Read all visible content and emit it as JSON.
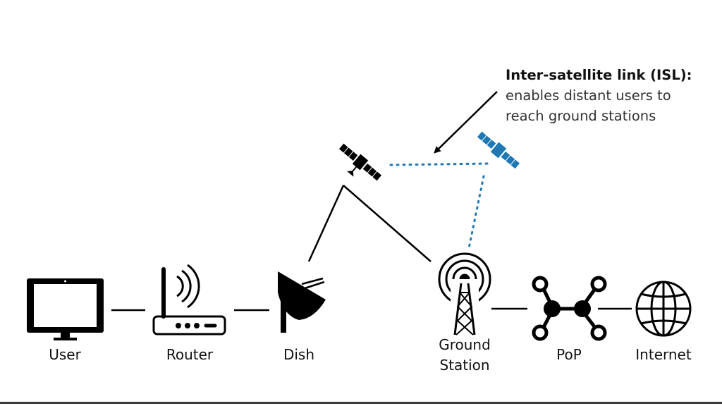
{
  "labels": {
    "user": "User",
    "router": "Router",
    "dish": "Dish",
    "ground_line1": "Ground",
    "ground_line2": "Station",
    "pop": "PoP",
    "internet": "Internet"
  },
  "callout": {
    "title": "Inter-satellite link (ISL):",
    "line1": "enables distant users to",
    "line2": "reach ground stations"
  },
  "colors": {
    "primary": "#000000",
    "isl_blue": "#1f78b4"
  },
  "icons": [
    "monitor-icon",
    "router-icon",
    "dish-icon",
    "satellite-icon",
    "ground-station-icon",
    "pop-icon",
    "globe-icon"
  ]
}
